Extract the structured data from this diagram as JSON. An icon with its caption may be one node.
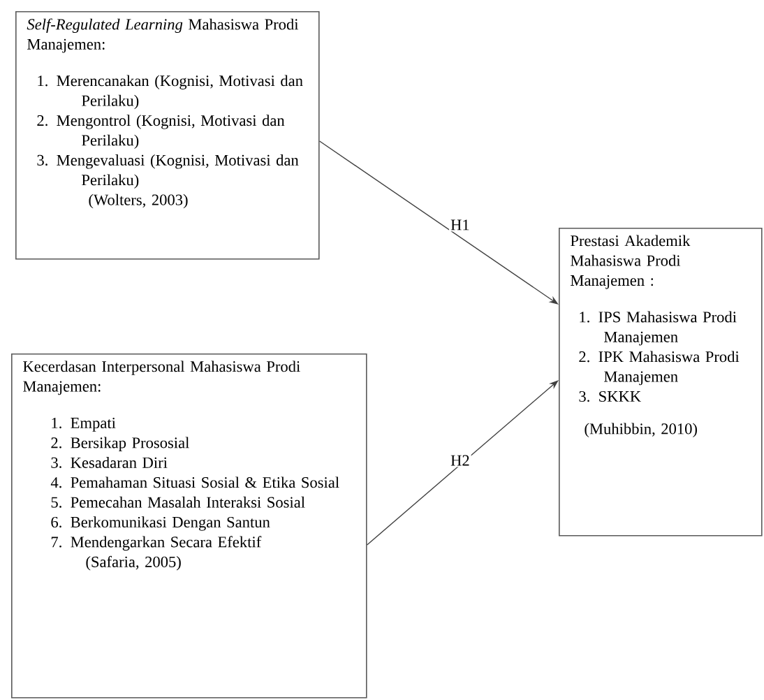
{
  "diagram": {
    "nodes": [
      {
        "text": [
          "*Self-Regulated Learning* Mahasiswa Prodi Manajemen:",
          "1. Merencanakan (Kognisi, Motivasi dan Perilaku)",
          "2. Mengontrol (Kognisi, Motivasi dan Perilaku)",
          "3. Mengevaluasi (Kognisi, Motivasi dan Perilaku)",
          "(Wolters, 2003)"
        ]
      },
      {
        "text": [
          "Kecerdasan Interpersonal Mahasiswa Prodi Manajemen:",
          "1. Empati",
          "2. Bersikap Prososial",
          "3. Kesadaran Diri",
          "4. Pemahaman Situasi Sosial & Etika Sosial",
          "5. Pemecahan Masalah Interaksi Sosial",
          "6. Berkomunikasi Dengan Santun",
          "7. Mendengarkan Secara Efektif",
          "(Safaria, 2005)"
        ]
      },
      {
        "text": [
          "Prestasi Akademik Mahasiswa Prodi Manajemen :",
          "1. IPS Mahasiswa Prodi Manajemen",
          "2. IPK Mahasiswa Prodi Manajemen",
          "3. SKKK",
          "(Muhibbin, 2010)"
        ]
      }
    ],
    "edges": [
      {
        "from": 0,
        "to": 2,
        "arrow": "to",
        "label": "H1"
      },
      {
        "from": 1,
        "to": 2,
        "arrow": "to",
        "label": "H2"
      }
    ]
  }
}
